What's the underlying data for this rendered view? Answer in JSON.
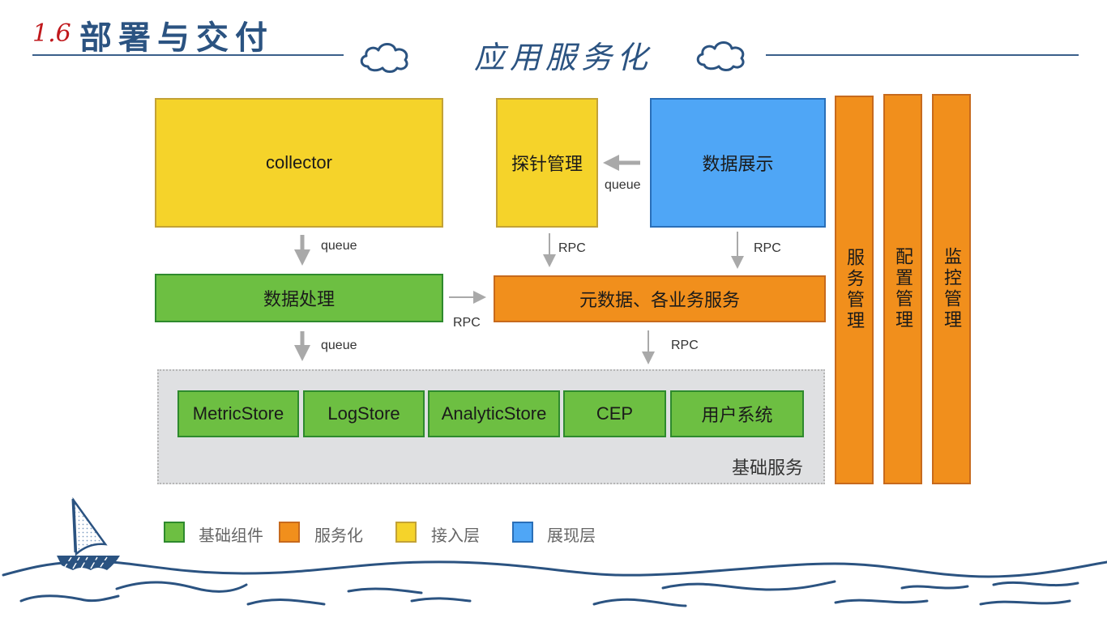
{
  "header": {
    "section_number": "1.6",
    "title": "部署与交付",
    "subtitle": "应用服务化"
  },
  "colors": {
    "green": "#6dbf42",
    "orange": "#f18f1c",
    "yellow": "#f5d32a",
    "blue": "#4fa6f6",
    "ink": "#2b5381",
    "number_red": "#c0181c"
  },
  "nodes": {
    "collector": "collector",
    "probe_mgmt": "探针管理",
    "data_display": "数据展示",
    "data_processing": "数据处理",
    "metadata_services": "元数据、各业务服务",
    "service_mgmt": "服务管理",
    "config_mgmt": "配置管理",
    "monitor_mgmt": "监控管理"
  },
  "edges": {
    "collector_to_processing": "queue",
    "display_to_probe": "queue",
    "probe_to_metadata": "RPC",
    "display_to_metadata": "RPC",
    "processing_to_metadata": "RPC",
    "processing_to_base": "queue",
    "metadata_to_base": "RPC"
  },
  "base_services": {
    "label": "基础服务",
    "components": [
      "MetricStore",
      "LogStore",
      "AnalyticStore",
      "CEP",
      "用户系统"
    ]
  },
  "legend": [
    {
      "label": "基础组件",
      "color": "#6dbf42"
    },
    {
      "label": "服务化",
      "color": "#f18f1c"
    },
    {
      "label": "接入层",
      "color": "#f5d32a"
    },
    {
      "label": "展现层",
      "color": "#4fa6f6"
    }
  ]
}
